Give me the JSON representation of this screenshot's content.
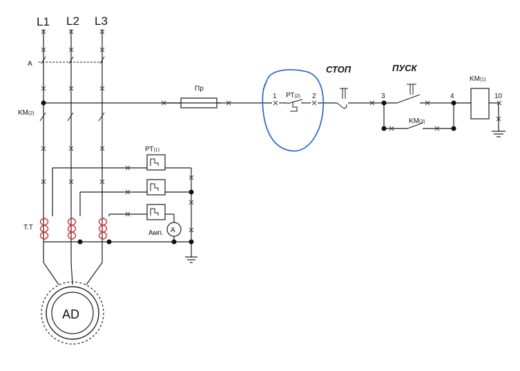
{
  "labels": {
    "phase1": "L1",
    "phase2": "L2",
    "phase3": "L3",
    "switch_a": "A",
    "km2": "KM(2)",
    "km2_main": "KM",
    "km2_sub": "(2)",
    "current_transformer": "Т.Т",
    "rt1_main": "РТ",
    "rt1_sub": "(1)",
    "ammeter_symbol": "A",
    "ammeter": "Амп.",
    "motor": "AD",
    "fuse": "Пр",
    "rt2_main": "РТ",
    "rt2_sub": "(2)",
    "node1": "1",
    "node2": "2",
    "stop": "СТОП",
    "start": "ПУСК",
    "node3": "3",
    "node4": "4",
    "km3_main": "KM",
    "km3_sub": "(3)",
    "km1_main": "KM",
    "km1_sub": "(1)",
    "node10": "10"
  },
  "colors": {
    "wire": "#1a1a1a",
    "transformer_coil": "#d03030",
    "annotation_circle": "#2f6fd0"
  },
  "icons": [
    "cross-mark-icon",
    "junction-dot-icon",
    "ground-icon",
    "coil-icon",
    "pushbutton-icon"
  ]
}
